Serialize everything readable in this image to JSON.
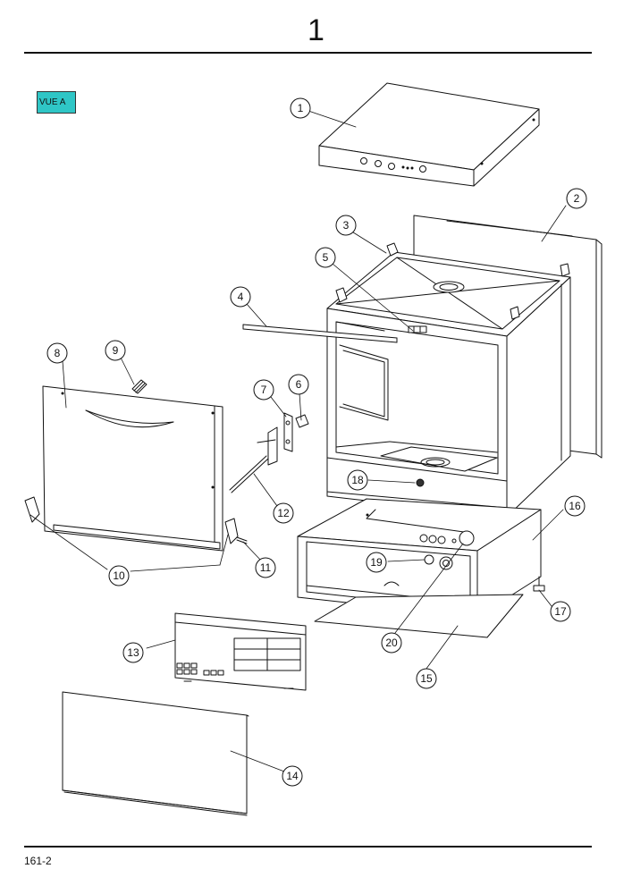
{
  "page_number": "1",
  "view_label": "VUE A",
  "footer_code": "161-2",
  "colors": {
    "badge": "#2fc6c6",
    "line": "#111111"
  },
  "callouts": [
    "1",
    "2",
    "3",
    "4",
    "5",
    "6",
    "7",
    "8",
    "9",
    "10",
    "11",
    "12",
    "13",
    "14",
    "15",
    "16",
    "17",
    "18",
    "19",
    "20"
  ]
}
